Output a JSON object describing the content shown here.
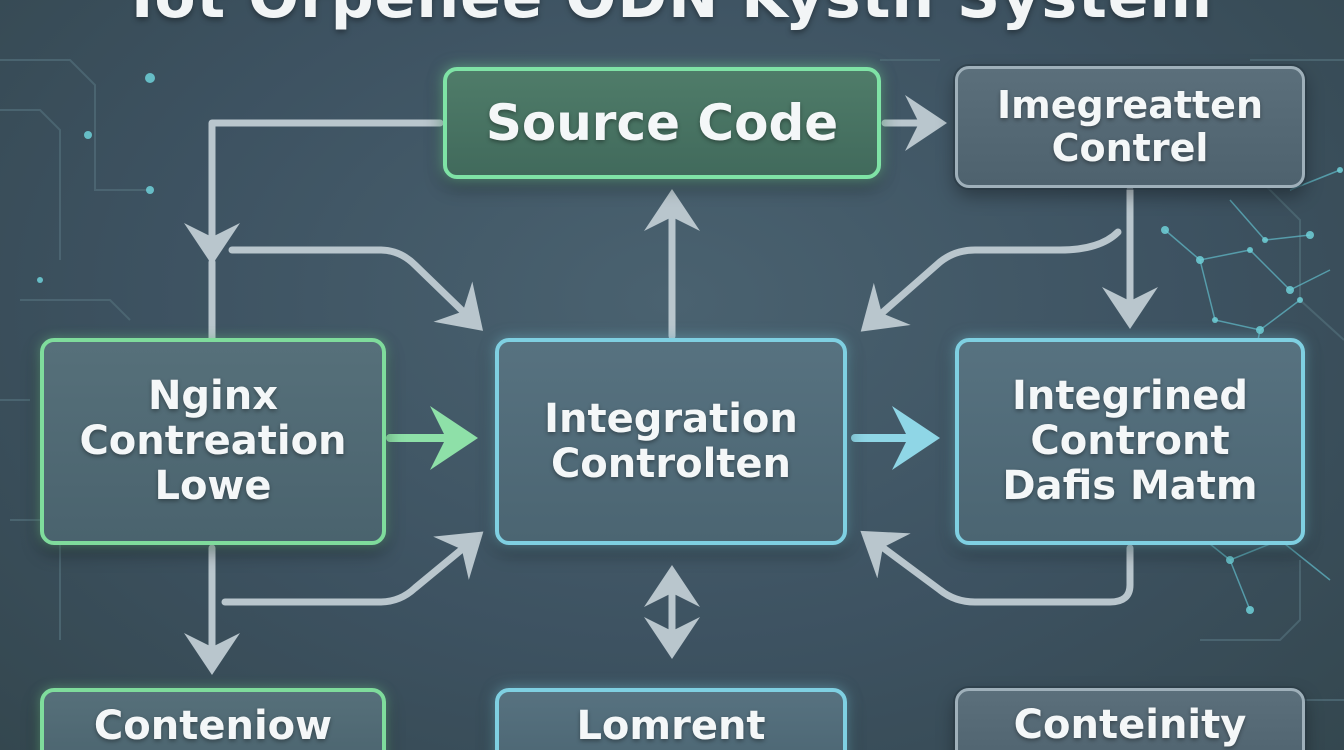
{
  "title": "Iot Orpenee ODN Kysth System",
  "nodes": {
    "source_code": "Source Code",
    "imegreatten_control": "Imegreatten\nContrel",
    "nginx": "Nginx\nContreation\nLowe",
    "integration_controller": "Integration\nControlten",
    "integrined_contront": "Integrined\nContront\nDafis Matm",
    "conteniow": "Conteniow",
    "lomrent": "Lomrent",
    "conteinity": "Conteinity"
  },
  "colors": {
    "background": "#3f5563",
    "green_accent": "#7fe3a6",
    "cyan_accent": "#7fd0e2",
    "gray_border": "#9fb0ba",
    "connector": "#b9c6cd"
  }
}
